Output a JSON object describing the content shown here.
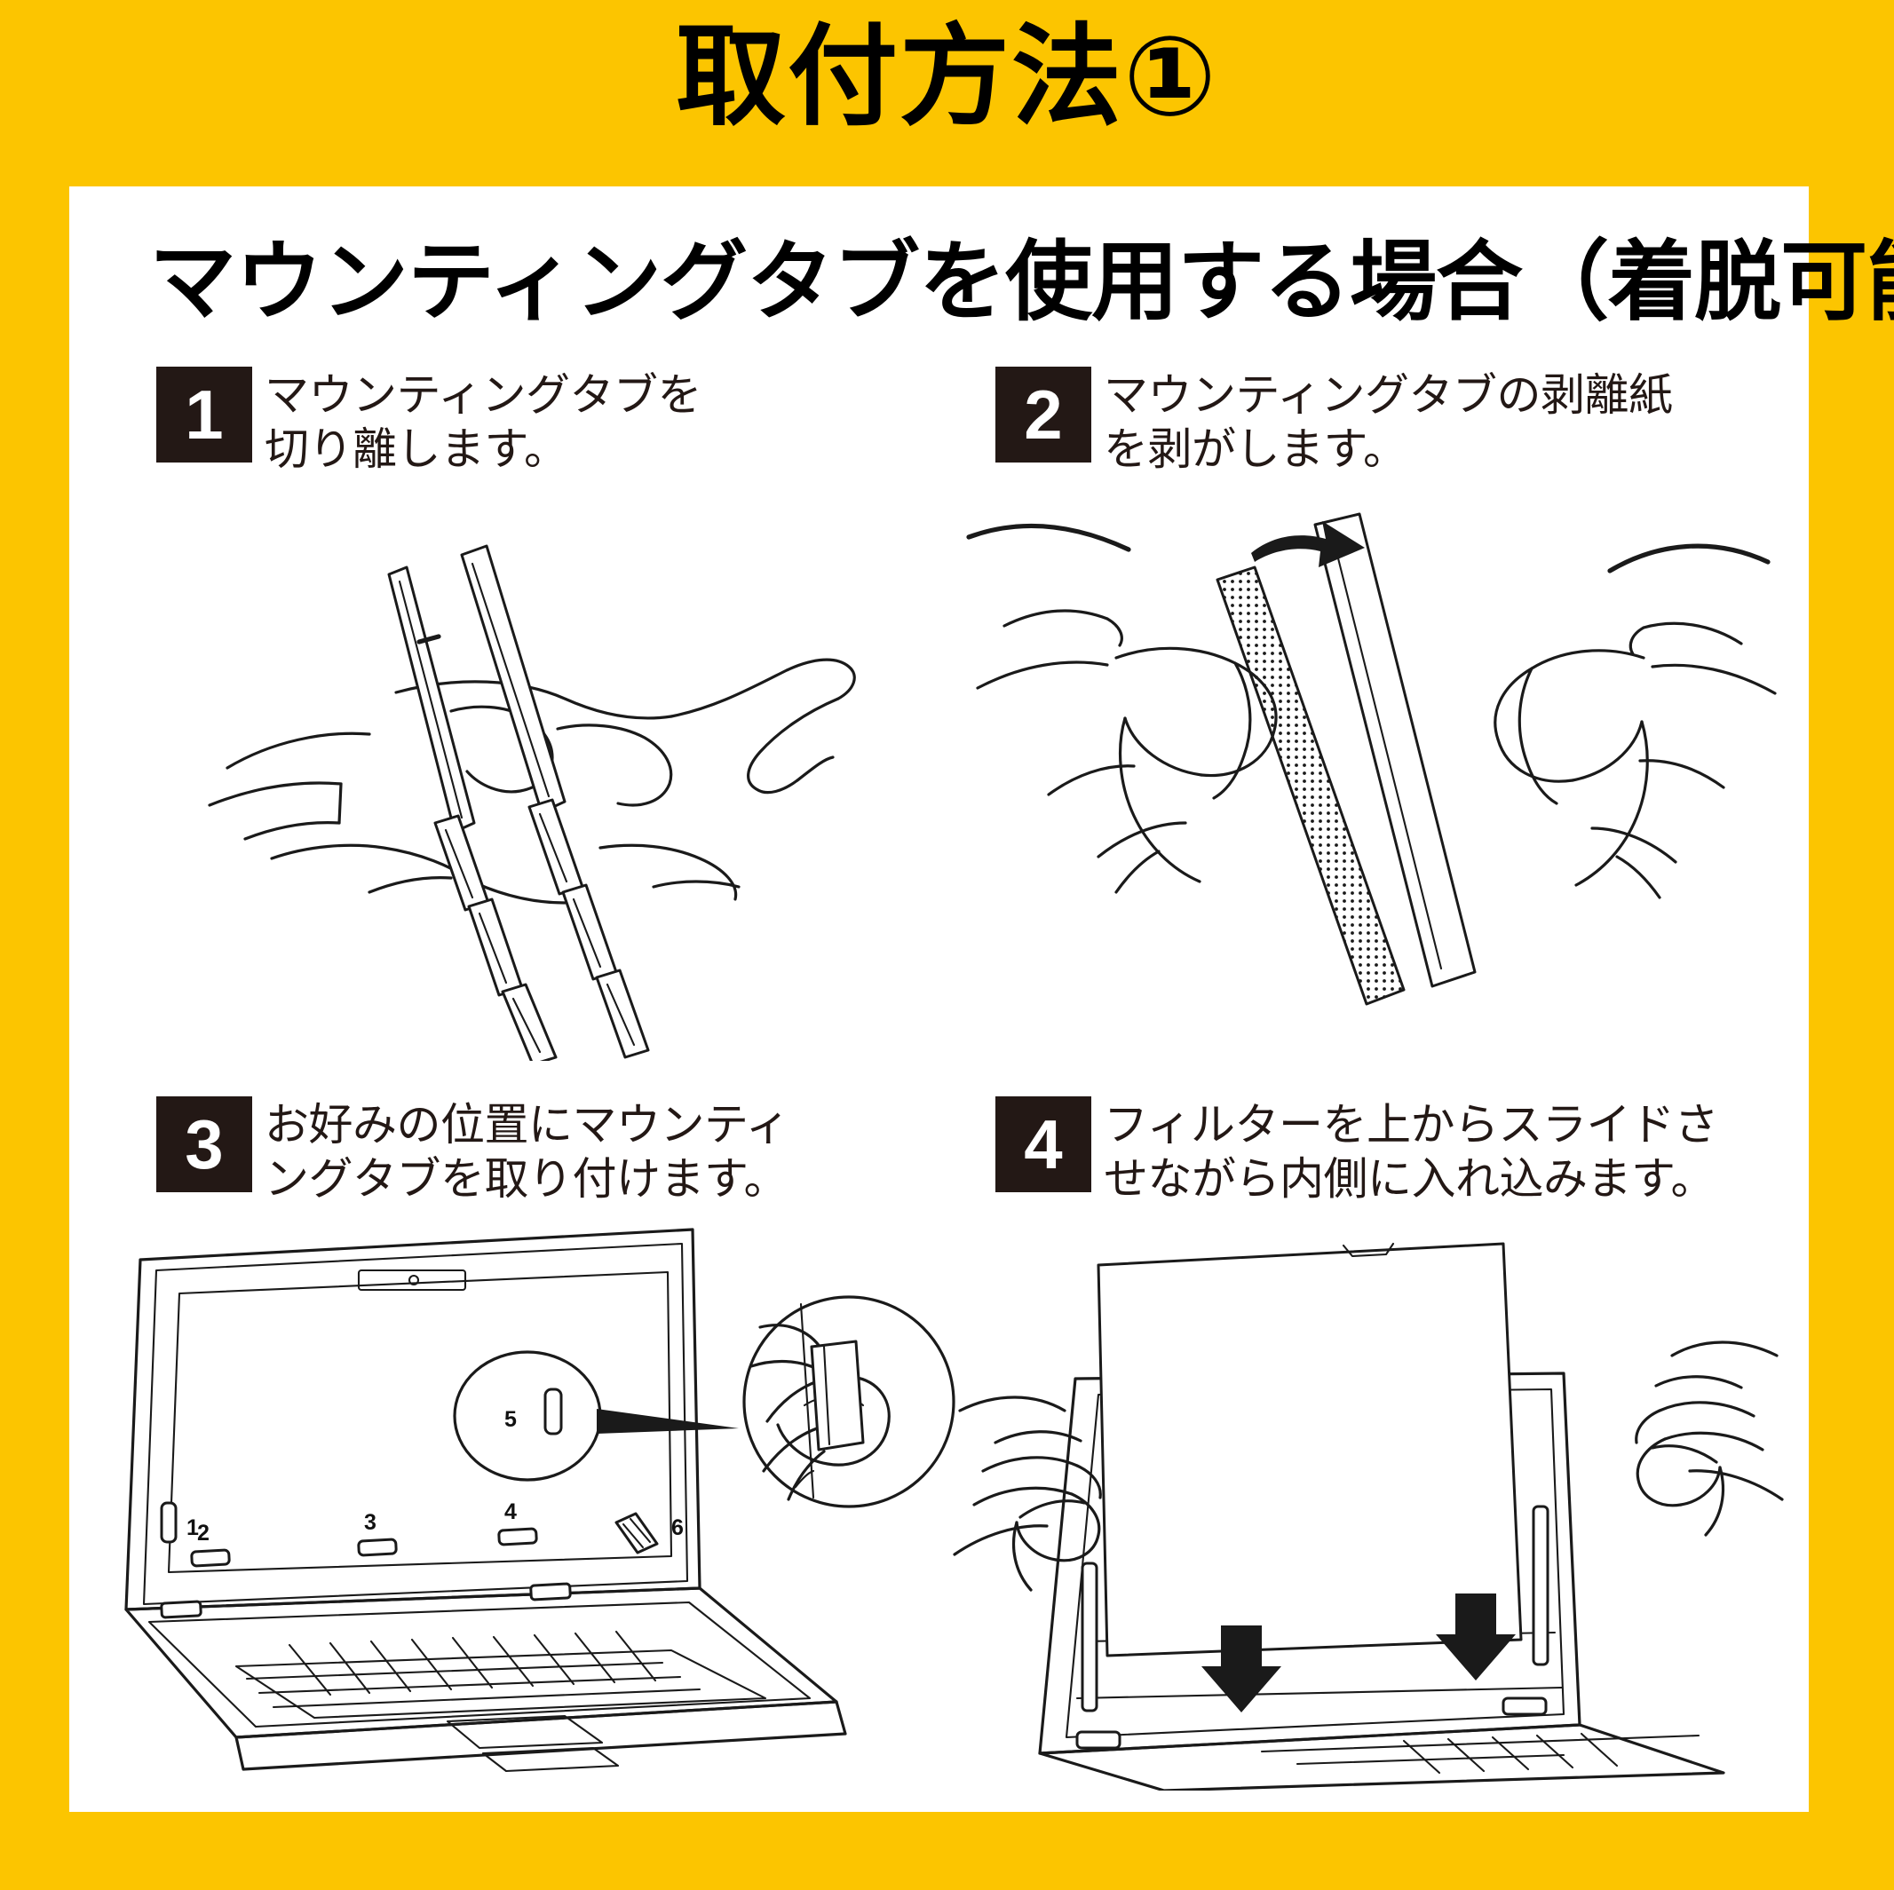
{
  "header": {
    "title": "取付方法①"
  },
  "card": {
    "heading": "マウンティングタブを使用する場合（着脱可能）"
  },
  "colors": {
    "background_yellow": "#FCC500",
    "card_white": "#FFFFFF",
    "badge_dark": "#231815",
    "ink_black": "#1A1A1A"
  },
  "steps": [
    {
      "number": "1",
      "text_line1": "マウンティングタブを",
      "text_line2": "切り離します。",
      "figure": "hands-separating-mounting-tabs"
    },
    {
      "number": "2",
      "text_line1": "マウンティングタブの剥離紙",
      "text_line2": "を剥がします。",
      "figure": "hands-peeling-release-paper"
    },
    {
      "number": "3",
      "text_line1": "お好みの位置にマウンティ",
      "text_line2": "ングタブを取り付けます。",
      "figure": "laptop-with-tab-positions",
      "callouts": [
        "1",
        "2",
        "3",
        "4",
        "5",
        "6"
      ]
    },
    {
      "number": "4",
      "text_line1": "フィルターを上からスライドさ",
      "text_line2": "せながら内側に入れ込みます。",
      "figure": "hands-sliding-filter-into-laptop"
    }
  ]
}
